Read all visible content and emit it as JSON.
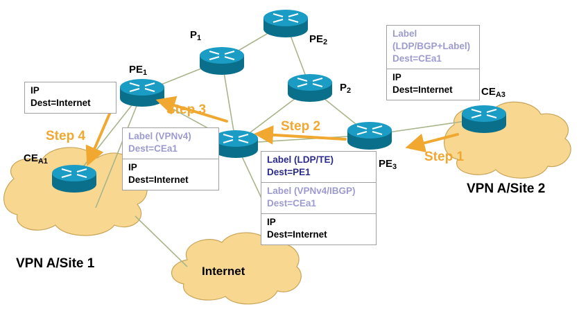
{
  "nodes": {
    "p1": {
      "base": "P",
      "sub": "1"
    },
    "pe2": {
      "base": "PE",
      "sub": "2"
    },
    "pe1": {
      "base": "PE",
      "sub": "1"
    },
    "p2": {
      "base": "P",
      "sub": "2"
    },
    "ce_a3": {
      "base": "CE",
      "sub": "A3"
    },
    "ce_a1": {
      "base": "CE",
      "sub": "A1"
    },
    "pe3": {
      "base": "PE",
      "sub": "3"
    }
  },
  "sites": {
    "site1": "VPN A/Site 1",
    "site2": "VPN A/Site 2",
    "internet": "Internet"
  },
  "steps": {
    "step1": "Step 1",
    "step2": "Step 2",
    "step3": "Step 3",
    "step4": "Step 4"
  },
  "boxes": {
    "ce_a3": {
      "label_lines": [
        "Label",
        "(LDP/BGP+Label)",
        "Dest=CEa1"
      ],
      "ip_lines": [
        "IP",
        "Dest=Internet"
      ]
    },
    "pe1": {
      "ip_lines": [
        "IP",
        "Dest=Internet"
      ]
    },
    "p_middle": {
      "label_lines": [
        "Label (VPNv4)",
        "Dest=CEa1"
      ],
      "ip_lines": [
        "IP",
        "Dest=Internet"
      ]
    },
    "pe3": {
      "ldp_lines": [
        "Label (LDP/TE)",
        "Dest=PE1"
      ],
      "vpn_lines": [
        "Label (VPNv4/IBGP)",
        "Dest=CEa1"
      ],
      "ip_lines": [
        "IP",
        "Dest=Internet"
      ]
    }
  },
  "colors": {
    "cloud": "#f8d890",
    "router": "#0f8fb0",
    "step_arrow": "#f0a830",
    "label_text": "#9b9bd0",
    "ldp_text": "#2a2a8c"
  }
}
